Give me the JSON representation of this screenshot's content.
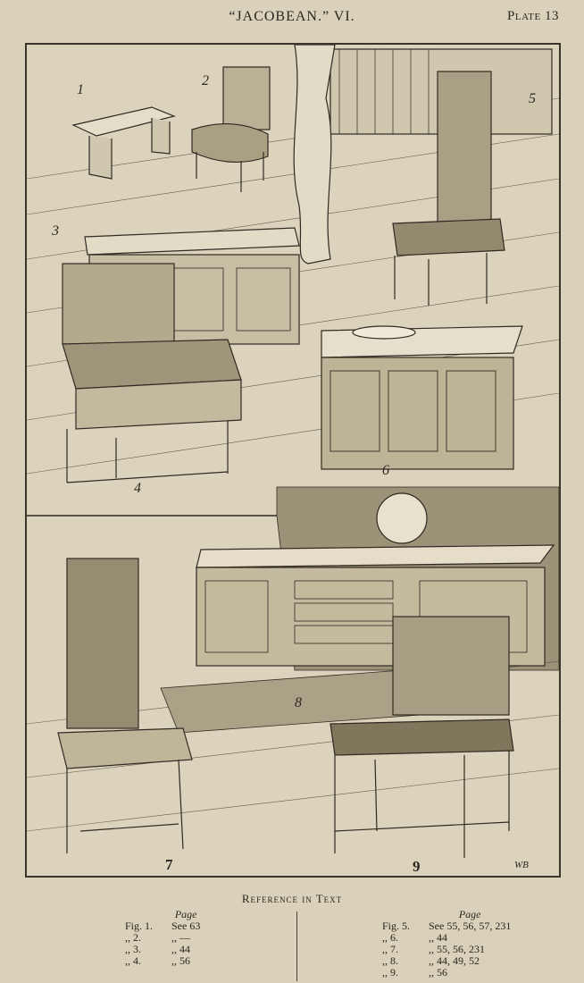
{
  "header": {
    "title": "“JACOBEAN.” VI.",
    "plate": "Plate 13"
  },
  "figure_labels": [
    "1",
    "2",
    "3",
    "4",
    "5",
    "6",
    "7",
    "8",
    "9"
  ],
  "signature": "WB",
  "reference": {
    "title": "Reference in Text",
    "page_heading": "Page",
    "left": [
      {
        "fig": "Fig. 1.",
        "see": "See 63"
      },
      {
        "fig": ",, 2.",
        "see": ",, —"
      },
      {
        "fig": ",, 3.",
        "see": ",, 44"
      },
      {
        "fig": ",, 4.",
        "see": ",, 56"
      }
    ],
    "right": [
      {
        "fig": "Fig. 5.",
        "see": "See 55, 56, 57, 231"
      },
      {
        "fig": ",, 6.",
        "see": ",, 44"
      },
      {
        "fig": ",, 7.",
        "see": ",, 55, 56, 231"
      },
      {
        "fig": ",, 8.",
        "see": ",, 44, 49, 52"
      },
      {
        "fig": ",, 9.",
        "see": ",, 56"
      }
    ]
  }
}
